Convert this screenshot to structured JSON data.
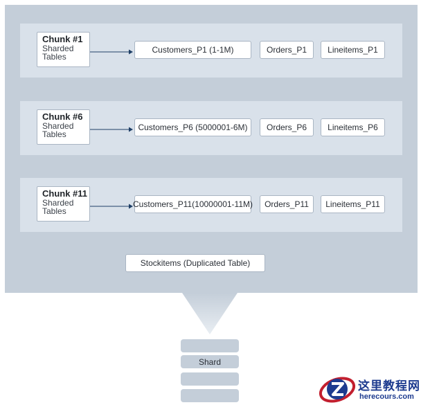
{
  "chunks": [
    {
      "title": "Chunk #1",
      "sub1": "Sharded",
      "sub2": "Tables",
      "customers": "Customers_P1 (1-1M)",
      "orders": "Orders_P1",
      "lineitems": "Lineitems_P1"
    },
    {
      "title": "Chunk #6",
      "sub1": "Sharded",
      "sub2": "Tables",
      "customers": "Customers_P6 (5000001-6M)",
      "orders": "Orders_P6",
      "lineitems": "Lineitems_P6"
    },
    {
      "title": "Chunk #11",
      "sub1": "Sharded",
      "sub2": "Tables",
      "customers": "Customers_P11(10000001-11M)",
      "orders": "Orders_P11",
      "lineitems": "Lineitems_P11"
    }
  ],
  "duplicated": "Stockitems (Duplicated Table)",
  "shard": "Shard",
  "watermark": {
    "cn": "这里教程网",
    "url": "herecours.com"
  },
  "colors": {
    "outer": "#c4ced9",
    "band": "#d9e1ea",
    "border": "#a9b5c3",
    "arrow": "#1f3f66",
    "watermark": "#1d3b8f"
  }
}
